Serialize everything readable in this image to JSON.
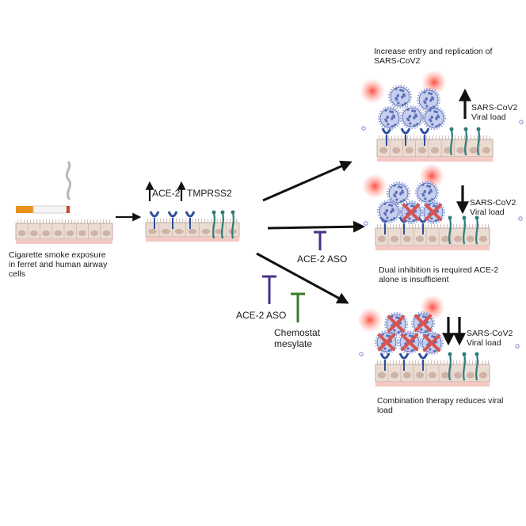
{
  "panels": {
    "exposure": "Cigarette smoke exposure\nin ferret and human airway\ncells",
    "upregulation": {
      "ace2": "ACE-2",
      "tmprss2": "TMPRSS2"
    },
    "top": {
      "caption": "Increase entry and replication of\nSARS-CoV2",
      "viral_load": "SARS-CoV2\nViral load"
    },
    "middle": {
      "viral_load": "SARS-CoV2\nViral load",
      "caption": "Dual inhibition is required ACE-2\nalone is insufficient",
      "inhibitor": "ACE-2 ASO"
    },
    "bottom": {
      "viral_load": "SARS-CoV2\nViral load",
      "caption": "Combination therapy reduces viral\nload"
    },
    "combo_inhibitors": {
      "aso": "ACE-2 ASO",
      "chemostat": "Chemostat\nmesylate"
    }
  },
  "colors": {
    "text": "#1a1a1a",
    "arrow": "#111111",
    "aso_inhibitor": "#4a2f8c",
    "chemostat_inhibitor": "#3c7a2a",
    "ace2_receptor": "#2f4f9f",
    "tmprss2_protease": "#2e7d7a",
    "virion": "#5c6fb8",
    "block_cross": "#d9534f",
    "cell_fill": "#eadcd3",
    "cell_base": "#f4c9c4",
    "glow": "#ff3b2f"
  }
}
